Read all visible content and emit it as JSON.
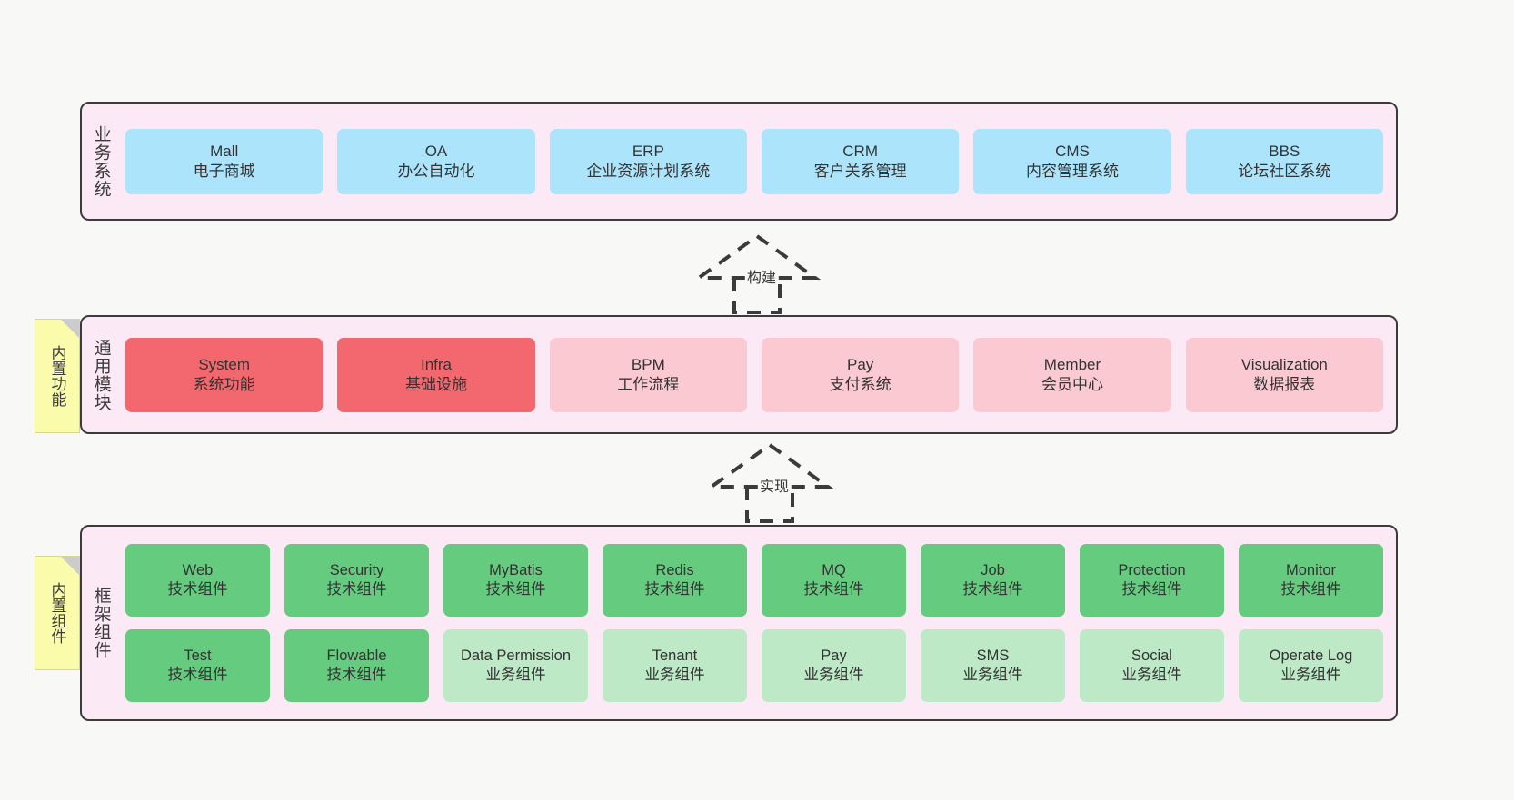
{
  "diagram": {
    "title": "",
    "background_color": "#f8f8f6",
    "panel_color": "#fbeaf5",
    "panel_border_color": "#3b3b3b"
  },
  "layers": [
    {
      "key": "business",
      "title": "业务系统",
      "accent": "#ace4fb",
      "rows": [
        [
          {
            "en": "Mall",
            "cn": "电子商城",
            "style": "c-blue"
          },
          {
            "en": "OA",
            "cn": "办公自动化",
            "style": "c-blue"
          },
          {
            "en": "ERP",
            "cn": "企业资源计划系统",
            "style": "c-blue"
          },
          {
            "en": "CRM",
            "cn": "客户关系管理",
            "style": "c-blue"
          },
          {
            "en": "CMS",
            "cn": "内容管理系统",
            "style": "c-blue"
          },
          {
            "en": "BBS",
            "cn": "论坛社区系统",
            "style": "c-blue"
          }
        ]
      ]
    },
    {
      "key": "common",
      "title": "通用模块",
      "note": "内置功能",
      "accent": "#f2686e",
      "rows": [
        [
          {
            "en": "System",
            "cn": "系统功能",
            "style": "c-red"
          },
          {
            "en": "Infra",
            "cn": "基础设施",
            "style": "c-red"
          },
          {
            "en": "BPM",
            "cn": "工作流程",
            "style": "c-pink"
          },
          {
            "en": "Pay",
            "cn": "支付系统",
            "style": "c-pink"
          },
          {
            "en": "Member",
            "cn": "会员中心",
            "style": "c-pink"
          },
          {
            "en": "Visualization",
            "cn": "数据报表",
            "style": "c-pink"
          }
        ]
      ]
    },
    {
      "key": "framework",
      "title": "框架组件",
      "note": "内置组件",
      "accent": "#64cb7f",
      "rows": [
        [
          {
            "en": "Web",
            "cn": "技术组件",
            "style": "c-green"
          },
          {
            "en": "Security",
            "cn": "技术组件",
            "style": "c-green"
          },
          {
            "en": "MyBatis",
            "cn": "技术组件",
            "style": "c-green"
          },
          {
            "en": "Redis",
            "cn": "技术组件",
            "style": "c-green"
          },
          {
            "en": "MQ",
            "cn": "技术组件",
            "style": "c-green"
          },
          {
            "en": "Job",
            "cn": "技术组件",
            "style": "c-green"
          },
          {
            "en": "Protection",
            "cn": "技术组件",
            "style": "c-green"
          },
          {
            "en": "Monitor",
            "cn": "技术组件",
            "style": "c-green"
          }
        ],
        [
          {
            "en": "Test",
            "cn": "技术组件",
            "style": "c-green"
          },
          {
            "en": "Flowable",
            "cn": "技术组件",
            "style": "c-green"
          },
          {
            "en": "Data Permission",
            "cn": "业务组件",
            "style": "c-lgreen"
          },
          {
            "en": "Tenant",
            "cn": "业务组件",
            "style": "c-lgreen"
          },
          {
            "en": "Pay",
            "cn": "业务组件",
            "style": "c-lgreen"
          },
          {
            "en": "SMS",
            "cn": "业务组件",
            "style": "c-lgreen"
          },
          {
            "en": "Social",
            "cn": "业务组件",
            "style": "c-lgreen"
          },
          {
            "en": "Operate Log",
            "cn": "业务组件",
            "style": "c-lgreen"
          }
        ]
      ]
    }
  ],
  "connectors": [
    {
      "key": "build",
      "label": "构建",
      "style": "dashed-generalization",
      "direction": "up"
    },
    {
      "key": "impl",
      "label": "实现",
      "style": "dashed-generalization",
      "direction": "up"
    }
  ]
}
